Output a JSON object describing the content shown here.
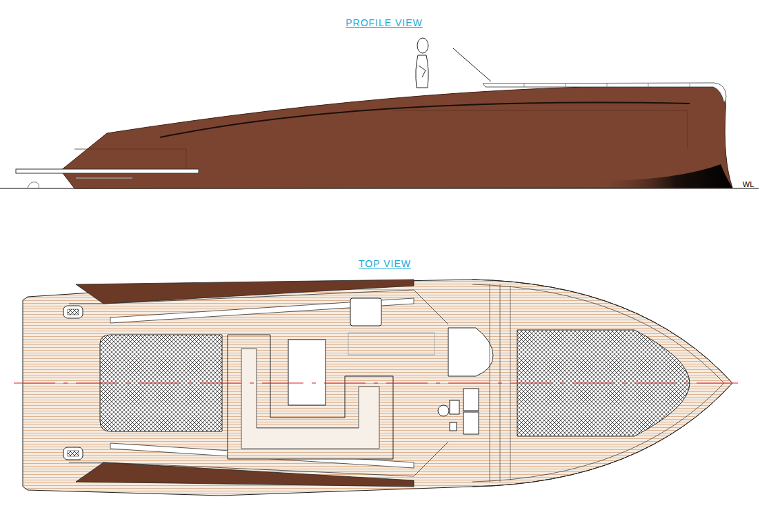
{
  "diagram": {
    "labels": [
      "PROFILE VIEW",
      "TOP VIEW",
      "WL"
    ]
  }
}
